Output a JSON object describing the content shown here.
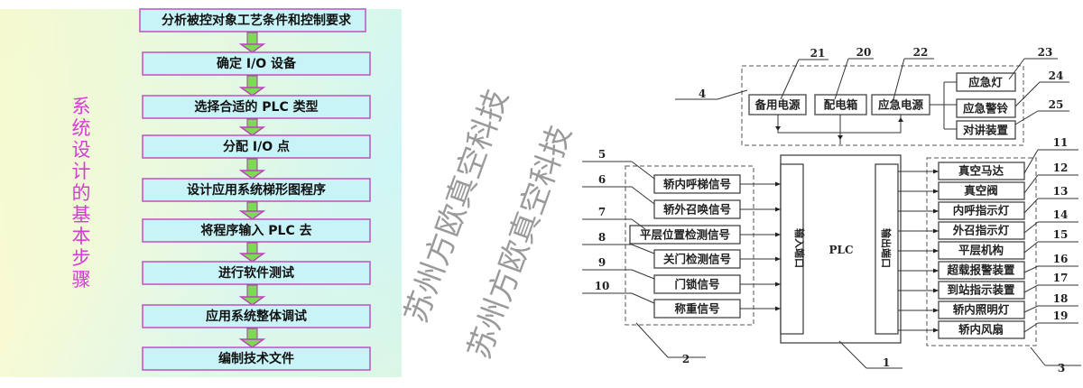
{
  "left_flowchart": {
    "title": "系统设计的基本步骤",
    "steps": [
      "分析被控对象工艺条件和控制要求",
      "确定 I/O 设备",
      "选择合适的 PLC 类型",
      "分配 I/O 点",
      "设计应用系统梯形图程序",
      "将程序输入 PLC 去",
      "进行软件测试",
      "应用系统整体调试",
      "编制技术文件"
    ],
    "colors": {
      "box_fill": "#c8f4f8",
      "box_border": "#c050c0",
      "arrow_fill": "#7ed957",
      "title": "#d43cd4"
    }
  },
  "right_diagram": {
    "plc_label": "PLC",
    "input_port": "输入端口",
    "output_port": "输出端口",
    "power_boxes": [
      "备用电源",
      "配电箱",
      "应急电源"
    ],
    "emergency_boxes": [
      "应急灯",
      "应急警铃",
      "对讲装置"
    ],
    "inputs": [
      "轿内呼梯信号",
      "轿外召唤信号",
      "平层位置检测信号",
      "关门检测信号",
      "门锁信号",
      "称重信号"
    ],
    "outputs": [
      "真空马达",
      "真空阀",
      "内呼指示灯",
      "外召指示灯",
      "平层机构",
      "超载报警装置",
      "到站指示装置",
      "轿内照明灯",
      "轿内风扇"
    ],
    "numbers": {
      "plc": "1",
      "input_group": "2",
      "output_group": "3",
      "power_group": "4",
      "inputs": [
        "5",
        "6",
        "7",
        "8",
        "9",
        "10"
      ],
      "outputs": [
        "11",
        "12",
        "13",
        "14",
        "15",
        "16",
        "17",
        "18",
        "19"
      ],
      "power": [
        "21",
        "20",
        "22"
      ],
      "emergency": [
        "23",
        "24",
        "25"
      ]
    }
  },
  "watermark": "苏州方欧真空科技"
}
